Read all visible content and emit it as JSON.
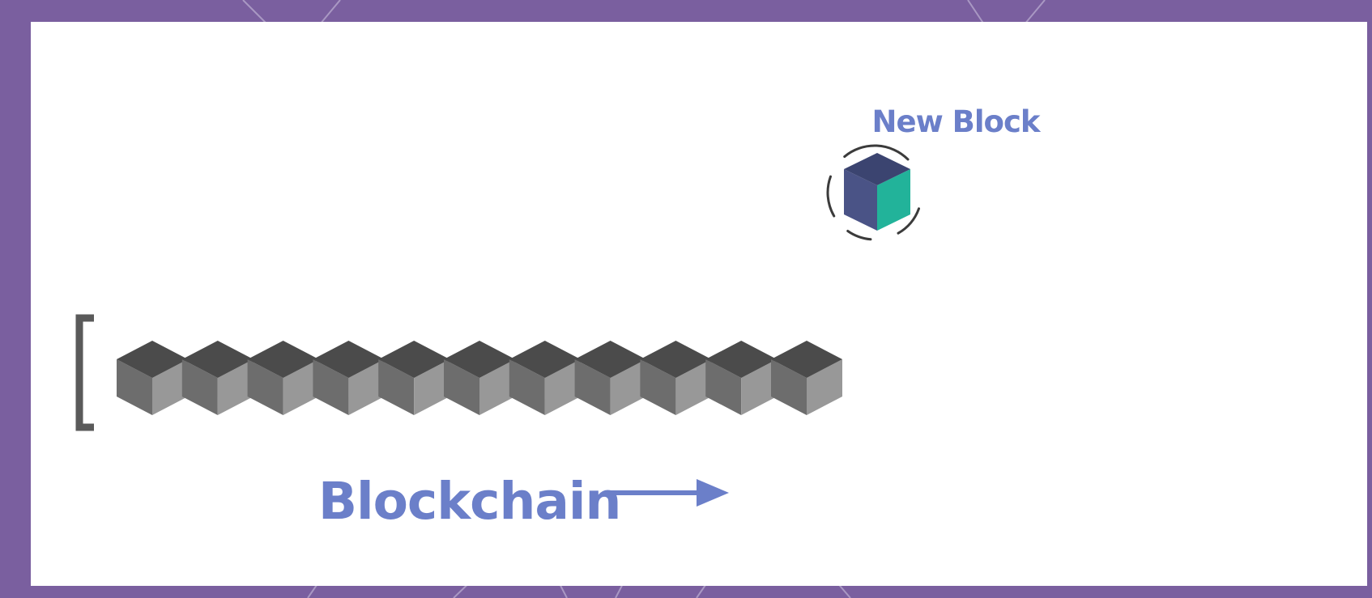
{
  "new_block": {
    "label": "New Block",
    "colors": {
      "label": "#6b7fc9",
      "top": "#3b4470",
      "left": "#4a5386",
      "right": "#22b39a",
      "arcs": "#3b3b3b"
    },
    "icon": "cube-icon"
  },
  "chain": {
    "label": "Blockchain",
    "label_color": "#6b7fc9",
    "block_count": 11,
    "bracket_icon": "left-bracket-icon",
    "arrow_icon": "right-arrow-icon",
    "colors": {
      "top": "#4b4b4b",
      "left": "#6d6d6d",
      "right": "#989898",
      "bracket": "#5a5a5a",
      "arrow": "#6b7fc9"
    }
  },
  "frame": {
    "border_color": "#7a5f9f",
    "ray_color": "#c9bfdc",
    "background": "#ffffff"
  }
}
